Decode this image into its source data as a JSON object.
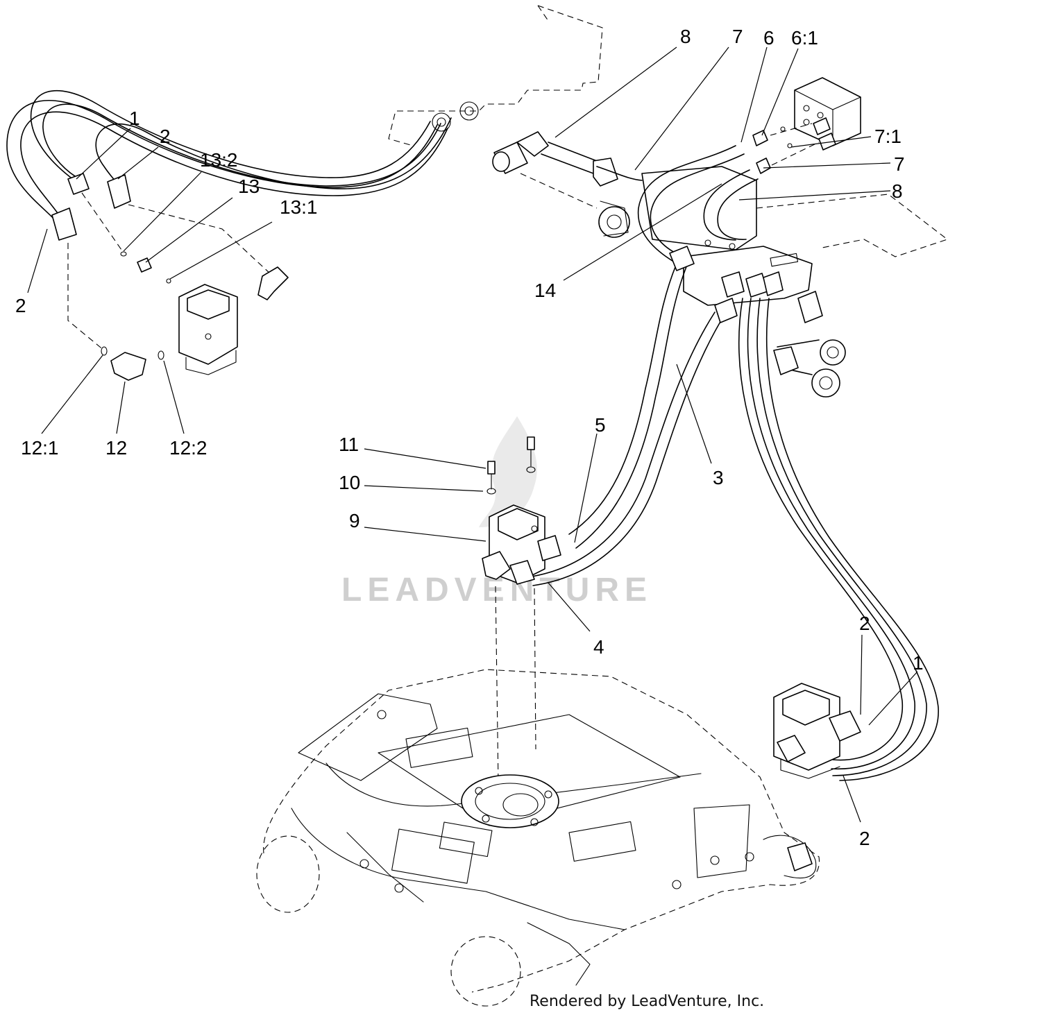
{
  "watermark": "LEADVENTURE",
  "credit": "Rendered by LeadVenture, Inc.",
  "callouts": {
    "c1_left": "1",
    "c2_left_top": "2",
    "c13_2": "13:2",
    "c13": "13",
    "c13_1": "13:1",
    "c2_left_side": "2",
    "c12_1": "12:1",
    "c12": "12",
    "c12_2": "12:2",
    "c8_top": "8",
    "c7_top": "7",
    "c6": "6",
    "c6_1": "6:1",
    "c7_1": "7:1",
    "c7_right": "7",
    "c8_right": "8",
    "c14": "14",
    "c3": "3",
    "c5": "5",
    "c11": "11",
    "c10": "10",
    "c9": "9",
    "c4": "4",
    "c2_right_top": "2",
    "c1_right": "1",
    "c2_right_bottom": "2"
  }
}
